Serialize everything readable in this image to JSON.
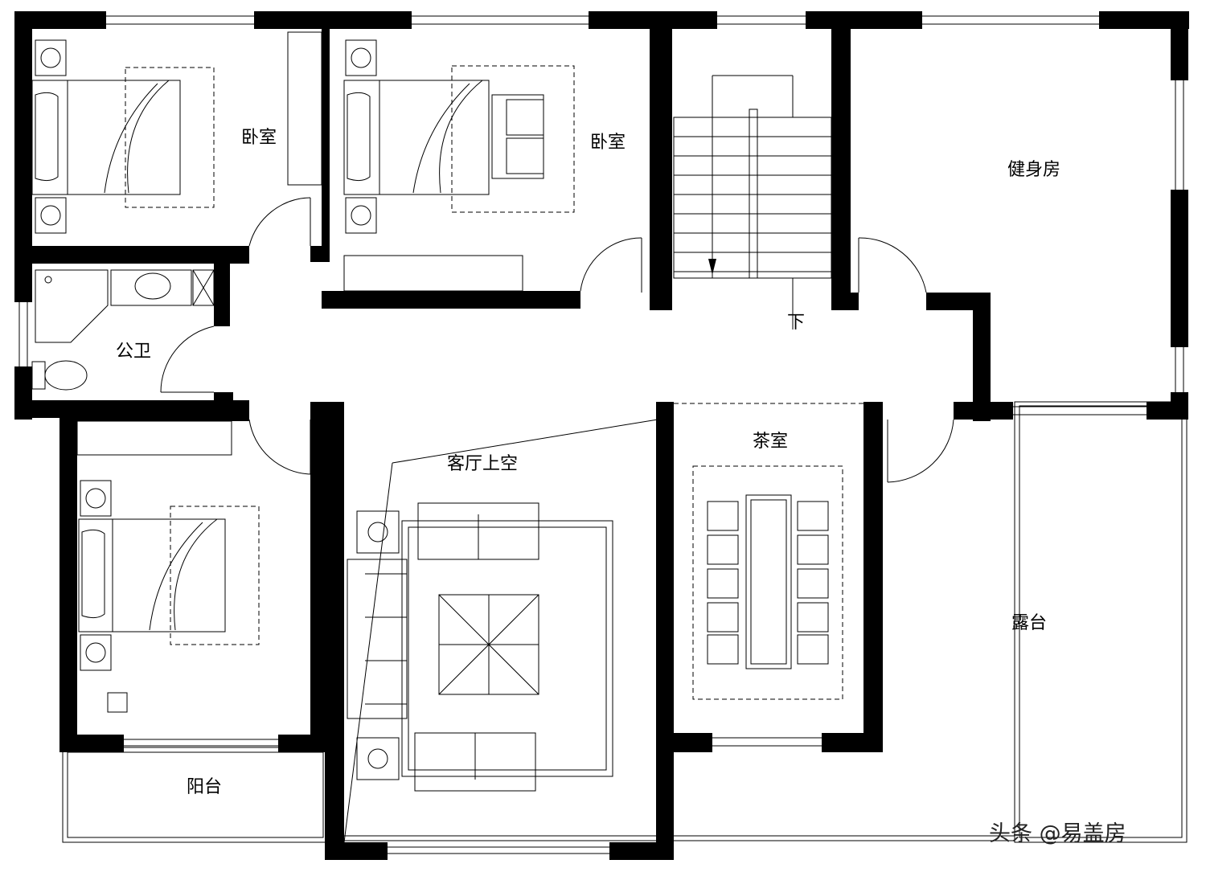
{
  "rooms": {
    "bedroom_top_left": "卧室",
    "bedroom_top_middle": "卧室",
    "fitness_room": "健身房",
    "public_bath": "公卫",
    "stairs_down": "下",
    "tea_room": "茶室",
    "living_void": "客厅上空",
    "terrace": "露台",
    "balcony": "阳台"
  },
  "watermark": {
    "text": "头条 @易盖房"
  }
}
